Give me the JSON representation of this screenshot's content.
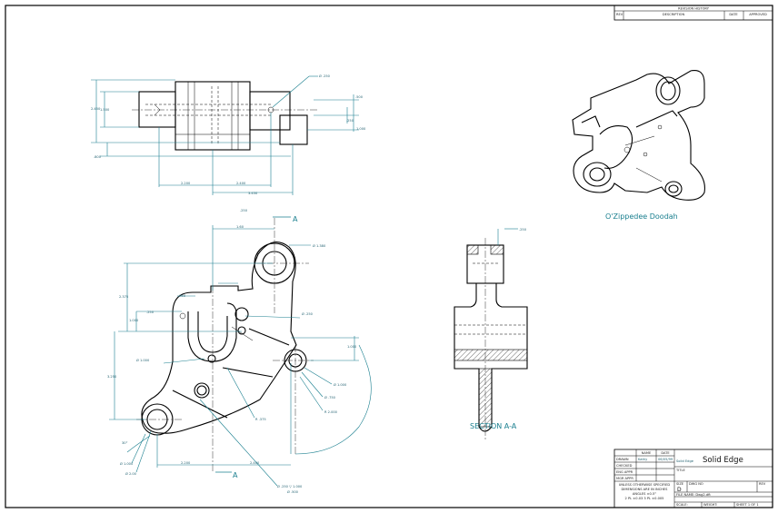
{
  "revision_block": {
    "title": "REVISION HISTORY",
    "col_rev": "REV",
    "col_description": "DESCRIPTION",
    "col_date": "DATE",
    "col_approved": "APPROVED"
  },
  "top_view_dims": {
    "d1": "Ø .250",
    "d2": ".500",
    "d3": ".250",
    "d4": "1.000",
    "d5": "2.450",
    "d6": "1.500",
    "d7": ".800",
    "d8": "2.200",
    "d9": "2.400",
    "d10": "3.450"
  },
  "front_view_dims": {
    "a1": "1.60",
    "a2": "Ø 1.380",
    "a3": "2.375",
    "a4": "1.000",
    "a5": ".250",
    "a6": ".750",
    "a7": "Ø .250",
    "a8": "Ø 1.000",
    "a9": "3.250",
    "a10": "1.000",
    "a11": "Ø 1.000",
    "a12": "Ø .750",
    "a13": "R 2.000",
    "a14": "R .375",
    "a15": "Ø 1.000",
    "a16": "Ø 2.00",
    "a17": "2.200",
    "a18": "2.400",
    "a19": "Ø .250 ▽ 1.000",
    "a20": "Ø .500",
    "a21": "30°",
    "a22": ".250"
  },
  "section_marks": {
    "top": "A",
    "bottom": "A"
  },
  "section_dims": {
    "s1": ".250"
  },
  "section_caption": "SECTION A-A",
  "iso_caption": "O'Zippedee Doodah",
  "title_block": {
    "col_name": "NAME",
    "col_date": "DATE",
    "rows": [
      "DRAWN",
      "CHECKED",
      "ENG APPR",
      "MGR APPR"
    ],
    "drawn_name": "Kathy",
    "drawn_date": "06/05/99",
    "company_small": "Solid Edge",
    "company": "Solid Edge",
    "title_label": "TITLE",
    "size_label": "SIZE",
    "size_value": "D",
    "dwg_label": "DWG NO",
    "rev_label": "REV",
    "file_label": "FILE NAME: Dwg2.dft",
    "scale_label": "SCALE:",
    "weight_label": "WEIGHT:",
    "sheet_label": "SHEET 1 OF 1",
    "notes": [
      "UNLESS OTHERWISE SPECIFIED",
      "DIMENSIONS ARE IN INCHES",
      "ANGLES ±0.5°",
      "2 PL ±0.03  3 PL ±0.005"
    ]
  }
}
